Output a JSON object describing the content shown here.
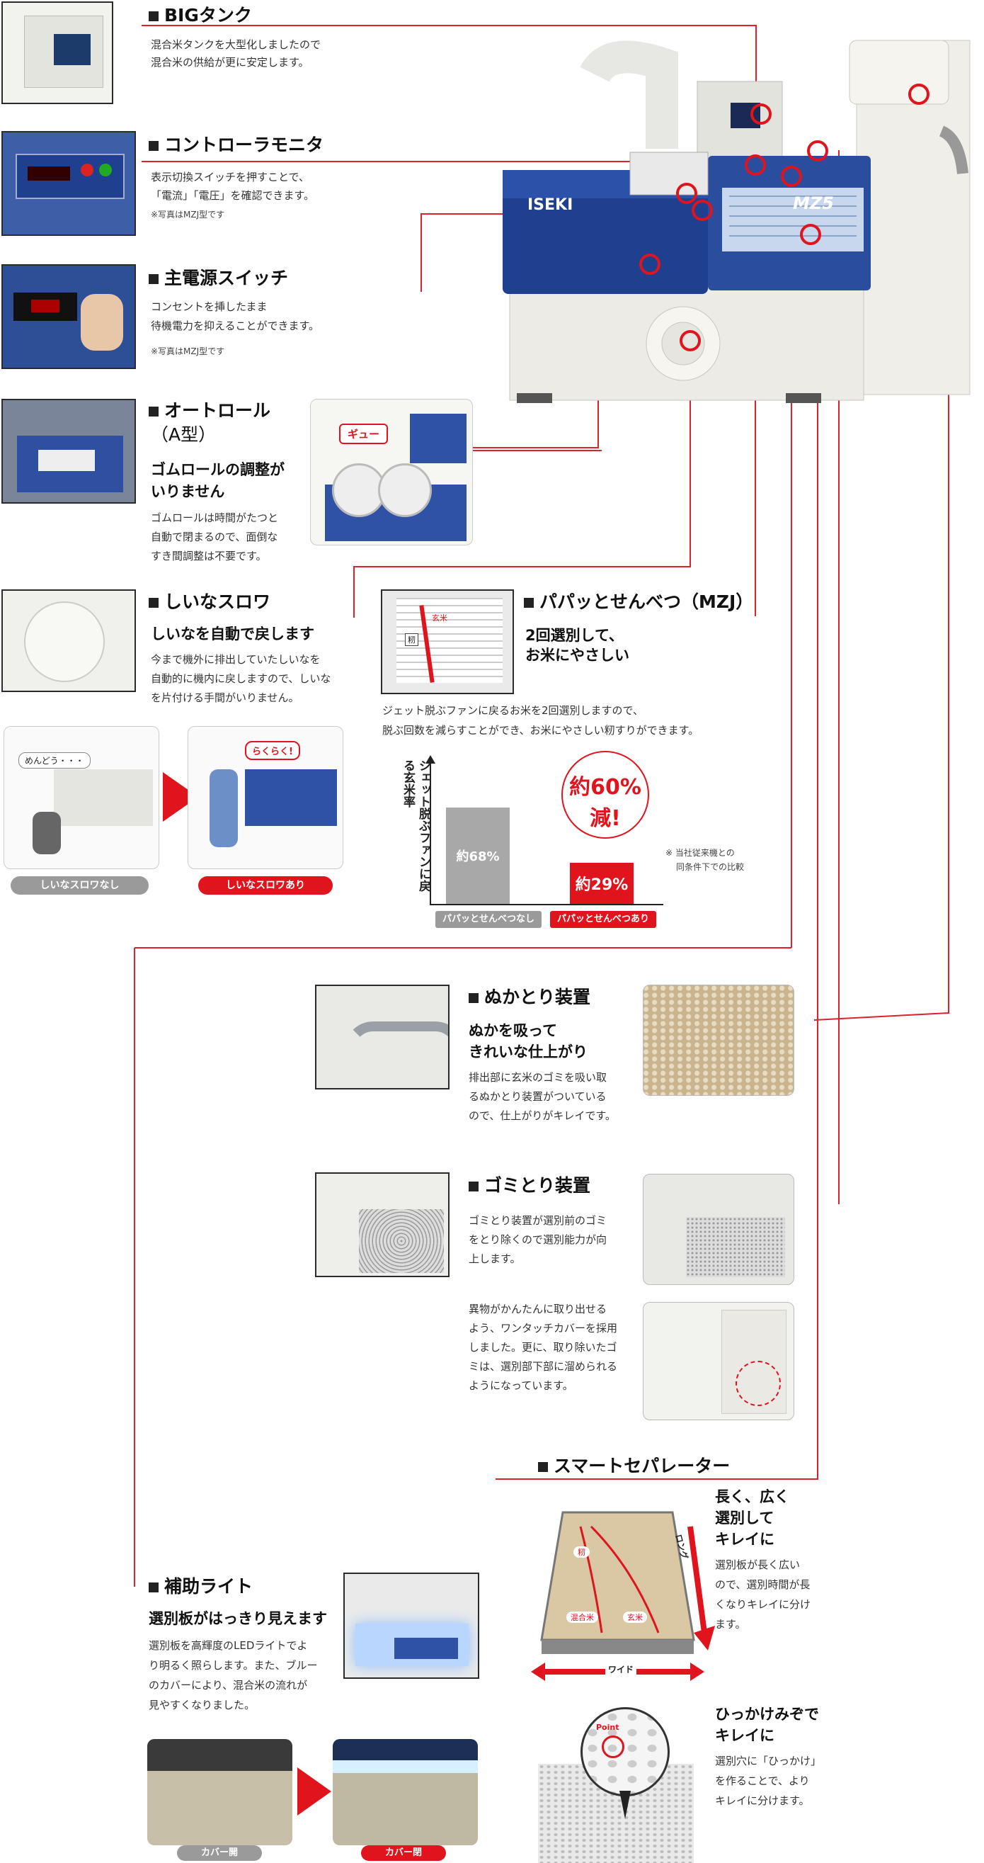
{
  "colors": {
    "accent": "#e0141d",
    "navy": "#1f3f8f",
    "gray": "#9a9a9a"
  },
  "sections": {
    "big_tank": {
      "title": "BIGタンク",
      "desc1": "混合米タンクを大型化しましたので",
      "desc2": "混合米の供給が更に安定します。"
    },
    "controller": {
      "title": "コントローラモニタ",
      "desc1": "表示切換スイッチを押すことで、",
      "desc2": "「電流」「電圧」を確認できます。",
      "note": "※写真はMZJ型です"
    },
    "power": {
      "title": "主電源スイッチ",
      "desc1": "コンセントを挿したまま",
      "desc2": "待機電力を抑えることができます。",
      "note": "※写真はMZJ型です"
    },
    "autoroll": {
      "title": "オートロール",
      "title2": "（A型）",
      "sub1": "ゴムロールの調整が",
      "sub2": "いりません",
      "desc1": "ゴムロールは時間がたつと",
      "desc2": "自動で閉まるので、面倒な",
      "desc3": "すき間調整は不要です。",
      "bubble": "ギュー"
    },
    "shiina": {
      "title": "しいなスロワ",
      "sub": "しいなを自動で戻します",
      "desc1": "今まで機外に排出していたしいなを",
      "desc2": "自動的に機内に戻しますので、しいな",
      "desc3": "を片付ける手間がいりません。",
      "bubble_before": "めんどう・・・",
      "bubble_after": "らくらく!",
      "tag_before": "しいなスロワなし",
      "tag_after": "しいなスロワあり"
    },
    "papa": {
      "title": "パパッとせんべつ（MZJ）",
      "sub1": "2回選別して、",
      "sub2": "お米にやさしい",
      "desc1": "ジェット脱ぶファンに戻るお米を2回選別しますので、",
      "desc2": "脱ぶ回数を減らすことができ、お米にやさしい籾すりができます。",
      "photo_label": "玄米",
      "photo_label2": "籾"
    },
    "nuka": {
      "title": "ぬかとり装置",
      "sub1": "ぬかを吸って",
      "sub2": "きれいな仕上がり",
      "desc1": "排出部に玄米のゴミを吸い取",
      "desc2": "るぬかとり装置がついている",
      "desc3": "ので、仕上がりがキレイです。"
    },
    "gomi": {
      "title": "ゴミとり装置",
      "desc1": "ゴミとり装置が選別前のゴミ",
      "desc2": "をとり除くので選別能力が向",
      "desc3": "上します。",
      "desc4": "異物がかんたんに取り出せる",
      "desc5": "よう、ワンタッチカバーを採用",
      "desc6": "しました。更に、取り除いたゴ",
      "desc7": "ミは、選別部下部に溜められる",
      "desc8": "ようになっています。"
    },
    "smart": {
      "title": "スマートセパレーター",
      "sub1": "長く、広く",
      "sub2": "選別して",
      "sub3": "キレイに",
      "desc1": "選別板が長く広い",
      "desc2": "ので、選別時間が長",
      "desc3": "くなりキレイに分け",
      "desc4": "ます。",
      "sub4": "ひっかけみぞで",
      "sub5": "キレイに",
      "desc5": "選別穴に「ひっかけ」",
      "desc6": "を作ることで、より",
      "desc7": "キレイに分けます。",
      "label_long": "ロング",
      "label_wide": "ワイド",
      "label_momi": "籾",
      "label_mix": "混合米",
      "label_genmai": "玄米",
      "label_point": "Point"
    },
    "light": {
      "title": "補助ライト",
      "sub": "選別板がはっきり見えます",
      "desc1": "選別板を高輝度のLEDライトでよ",
      "desc2": "り明るく照らします。また、ブルー",
      "desc3": "のカバーにより、混合米の流れが",
      "desc4": "見やすくなりました。",
      "tag_open": "カバー開",
      "tag_closed": "カバー閉"
    }
  },
  "machine": {
    "brand": "ISEKI",
    "model": "MZ5"
  },
  "chart_data": {
    "type": "bar",
    "categories": [
      "パパッとせんべつなし",
      "パパッとせんべつあり"
    ],
    "values": [
      68,
      29
    ],
    "value_labels": [
      "約68%",
      "約29%"
    ],
    "ylabel": "ジェット脱ぶファンに戻る玄米率",
    "ylim": [
      0,
      100
    ],
    "annotation1": "約60%",
    "annotation2": "減!",
    "note1": "※ 当社従来機との",
    "note2": "同条件下での比較",
    "colors": [
      "#a8a8a8",
      "#e0141d"
    ]
  }
}
